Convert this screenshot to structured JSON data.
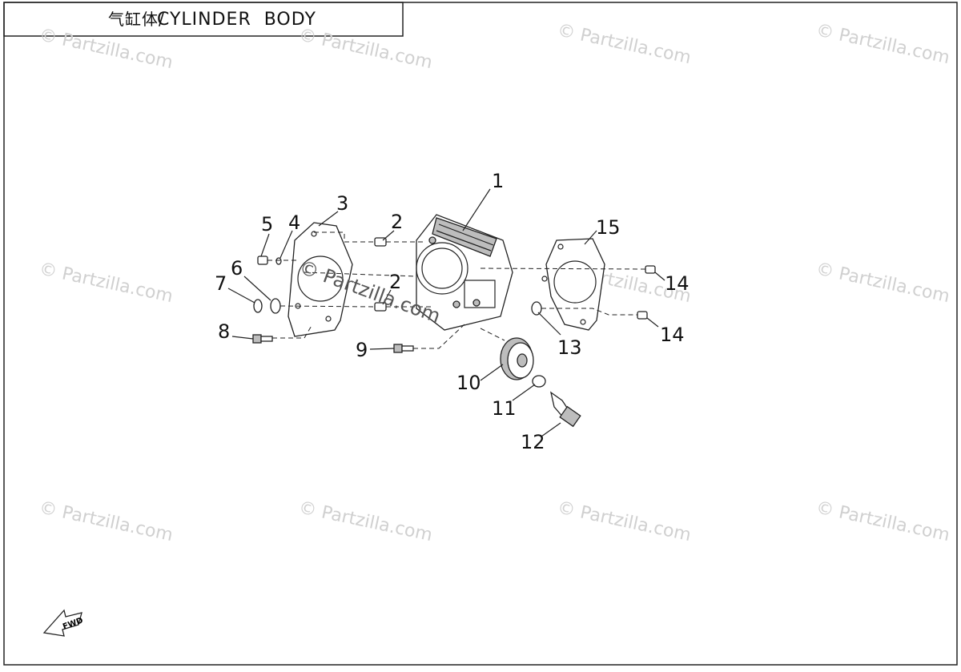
{
  "title": {
    "chinese": "气缸体/",
    "english": "CYLINDER  BODY"
  },
  "watermark": {
    "text": "© Partzilla.com",
    "center_text": "© Partzilla.com"
  },
  "callouts": [
    "1",
    "2",
    "2",
    "3",
    "4",
    "5",
    "6",
    "7",
    "8",
    "9",
    "10",
    "11",
    "12",
    "13",
    "14",
    "14",
    "15"
  ],
  "fwd_icon": "fwd-arrow-icon",
  "fwd_text": "FWD"
}
